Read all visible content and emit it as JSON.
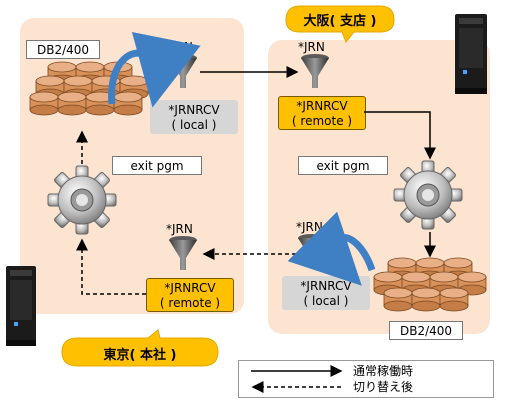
{
  "sites": {
    "tokyo": {
      "label": "東京( 本社 )",
      "db_label": "DB2/400",
      "jrn_top": "*JRN",
      "jrnrcv_top": "*JRNRCV",
      "jrnrcv_top_kind": "( local )",
      "exit_pgm": "exit pgm",
      "jrn_bottom": "*JRN",
      "jrnrcv_bottom": "*JRNRCV",
      "jrnrcv_bottom_kind": "( remote )"
    },
    "osaka": {
      "label": "大阪( 支店 )",
      "db_label": "DB2/400",
      "jrn_top": "*JRN",
      "jrnrcv_top": "*JRNRCV",
      "jrnrcv_top_kind": "( remote )",
      "exit_pgm": "exit pgm",
      "jrn_bottom": "*JRN",
      "jrnrcv_bottom": "*JRNRCV",
      "jrnrcv_bottom_kind": "( local )"
    }
  },
  "legend": {
    "normal": "通常稼働時",
    "switched": "切り替え後"
  },
  "colors": {
    "panel": "#fce4d0",
    "highlight_box": "#ffc000",
    "local_box": "#d6d6d6",
    "database": "#d9915a",
    "arrow_blue": "#3f7fc4"
  }
}
